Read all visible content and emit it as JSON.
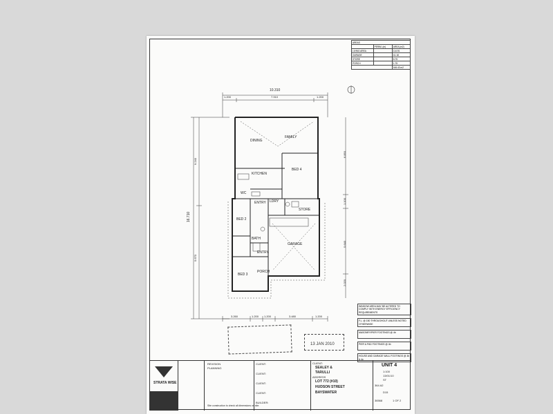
{
  "areas": {
    "title": "AREAS",
    "headers": [
      "",
      "PERIM. (m)",
      "AREA (m2)"
    ],
    "rows": [
      [
        "LIVING AREA",
        "",
        "114.91"
      ],
      [
        "GARAGE",
        "",
        "41.18"
      ],
      [
        "STORE",
        "",
        "8.75"
      ],
      [
        "PORCH",
        "",
        "1.75"
      ]
    ],
    "total": "166.43 m2"
  },
  "dimensions": {
    "top_overall": "10.310",
    "top_left": "1.200",
    "top_mid": "7.910",
    "top_right": "1.200",
    "left_overall": "16.710",
    "left_upper": "9.240",
    "left_lower": "5.670",
    "right_upper": "6.850",
    "right_mid": "1.100",
    "right_lower": "5.640",
    "right_bottom": "2.020",
    "bottom_1": "3.260",
    "bottom_2": "1.200",
    "bottom_3": "1.200",
    "bottom_4": "3.480",
    "bottom_5": "1.200"
  },
  "rooms": {
    "dining": "DINING",
    "family": "FAMILY",
    "kitchen": "KITCHEN",
    "bed4": "BED 4",
    "entry_hall": "ENTRY",
    "store": "STORE",
    "bed2": "BED 2",
    "bed3": "BED 3",
    "bath": "BATH",
    "garage": "GARAGE",
    "entry": "ENTRY",
    "porch": "PORCH",
    "wc": "WC",
    "ldry": "LDRY"
  },
  "notes": {
    "note1": "WINDOW AREA MAY BE ALTERED TO COMPLY WITH ENERGY EFFICIENCY REQUIREMENTS",
    "note2": "F.L. @ 150 THROUGHOUT UNLESS NOTED OTHERWISE",
    "note3": "MASONRY/PIER FOOTINGS @ 4b",
    "note4": "PIER & PAD FOOTINGS @ 4b",
    "note5": "HOUSE AND GARAGE WALL FOOTINGS @ 4b & 4c"
  },
  "stamp_date": "13 JAN 2010",
  "title_block": {
    "company": "STRATA WISE",
    "client_label": "CLIENT:",
    "client_name1": "SEALEY &",
    "client_name2": "TARULLI",
    "address_label": "ADDRESS",
    "lot": "LOT 772 (#10)",
    "street": "HUDSON STREET",
    "suburb": "BAYSWATER",
    "builder_label": "BUILDER:",
    "unit": "UNIT 4",
    "date": "13/01/10",
    "scale": "1:100",
    "sheet_size": "364 A2",
    "drawing_no": "36568",
    "sheet": "1 OF 2",
    "revision": "D15",
    "sub": "ST",
    "revision_header": "REVISION",
    "planning": "PLANNING",
    "footer_note": "Site construction to check all dimensions on site."
  }
}
